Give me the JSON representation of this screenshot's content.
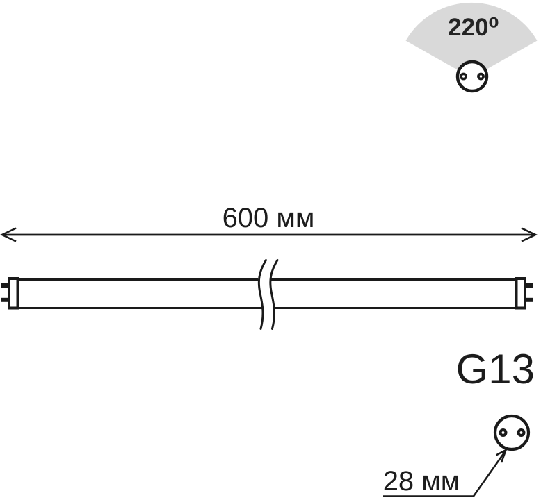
{
  "diagram": {
    "title": "led-tube-dimension-drawing",
    "beam_angle_indicator": {
      "angle_label": "220⁰"
    },
    "length_dimension": {
      "label": "600 мм"
    },
    "socket": {
      "type_label": "G13",
      "diameter_label": "28 мм"
    },
    "colors": {
      "background": "#ffffff",
      "line": "#1a1a1a",
      "beam_fan_fill": "#d9d9d9",
      "text": "#1c1c1c"
    }
  }
}
